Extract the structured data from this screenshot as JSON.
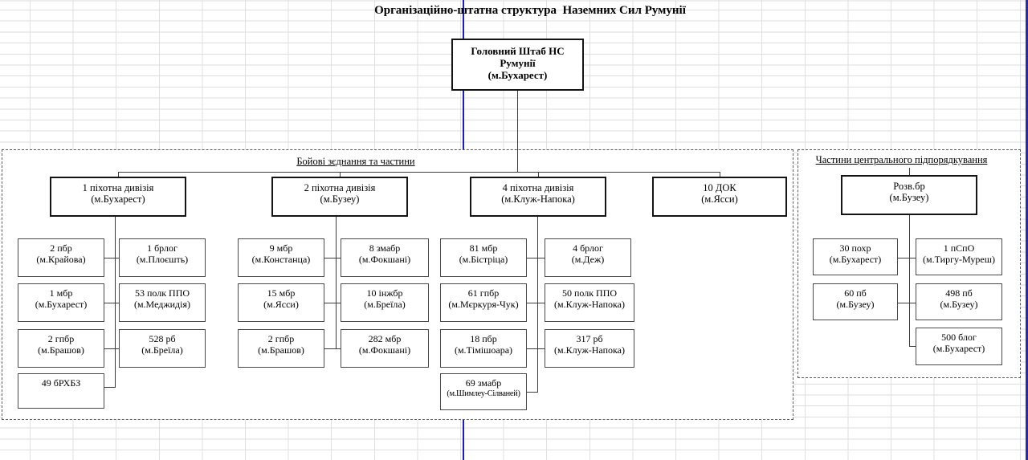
{
  "title": "Організаційно-штатна структура  Наземних Сил Румунії",
  "hq": {
    "line1": "Головний Штаб НС",
    "line2": "Румунії",
    "line3": "(м.Бухарест)"
  },
  "combat": {
    "label": "Бойові зєднання та частини",
    "divisions": [
      {
        "name": "1 піхотна дивізія",
        "city": "(м.Бухарест)",
        "left": [
          {
            "name": "2 пбр",
            "city": "(м.Крайова)"
          },
          {
            "name": "1 мбр",
            "city": "(м.Бухарест)"
          },
          {
            "name": "2 гпбр",
            "city": "(м.Брашов)"
          },
          {
            "name": "49 бРХБЗ",
            "city": ""
          }
        ],
        "right": [
          {
            "name": "1 брлог",
            "city": "(м.Плоєшть)"
          },
          {
            "name": "53 полк ППО",
            "city": "(м.Меджидія)"
          },
          {
            "name": "528 рб",
            "city": "(м.Бреїла)"
          }
        ]
      },
      {
        "name": "2 піхотна дивізія",
        "city": "(м.Бузеу)",
        "left": [
          {
            "name": "9 мбр",
            "city": "(м.Констанца)"
          },
          {
            "name": "15 мбр",
            "city": "(м.Ясси)"
          },
          {
            "name": "2 гпбр",
            "city": "(м.Брашов)"
          }
        ],
        "right": [
          {
            "name": "8 змабр",
            "city": "(м.Фокшані)"
          },
          {
            "name": "10 інжбр",
            "city": "(м.Бреїла)"
          },
          {
            "name": "282 мбр",
            "city": "(м.Фокшані)"
          }
        ]
      },
      {
        "name": "4 піхотна дивізія",
        "city": "(м.Клуж-Напока)",
        "left": [
          {
            "name": "81 мбр",
            "city": "(м.Бістріца)"
          },
          {
            "name": "61 гпбр",
            "city": "(м.Мєркуря-Чук)"
          },
          {
            "name": "18 пбр",
            "city": "(м.Тімішоара)"
          },
          {
            "name": "69 змабр",
            "city": "(м.Шимлеу-Сілваней)"
          }
        ],
        "right": [
          {
            "name": "4 брлог",
            "city": "(м.Деж)"
          },
          {
            "name": "50 полк ППО",
            "city": "(м.Клуж-Напока)"
          },
          {
            "name": "317 рб",
            "city": "(м.Клуж-Напока)"
          }
        ]
      },
      {
        "name": "10 ДОК",
        "city": "(м.Ясси)",
        "left": [],
        "right": []
      }
    ]
  },
  "central": {
    "label": "Частини центрального підпорядкування",
    "head": {
      "name": "Розв.бр",
      "city": "(м.Бузеу)"
    },
    "left": [
      {
        "name": "30 похр",
        "city": "(м.Бухарест)"
      },
      {
        "name": "60 пб",
        "city": "(м.Бузеу)"
      }
    ],
    "right": [
      {
        "name": "1 пСпО",
        "city": "(м.Тиргу-Муреш)"
      },
      {
        "name": "498 пб",
        "city": "(м.Бузеу)"
      },
      {
        "name": "500 блог",
        "city": "(м.Бухарест)"
      }
    ]
  },
  "colors": {
    "pagebreak_blue": "#1d1dc4",
    "grid_gray": "#dedede",
    "line_black": "#3c3c3c"
  }
}
